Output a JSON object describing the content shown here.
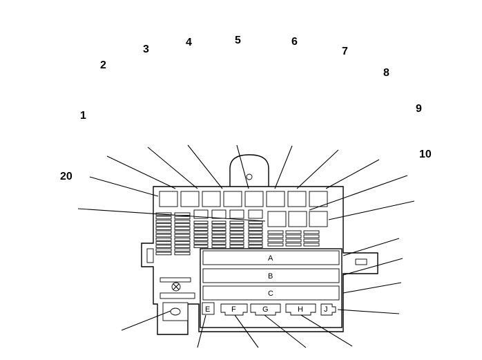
{
  "callouts": [
    "1",
    "2",
    "3",
    "4",
    "5",
    "6",
    "7",
    "8",
    "9",
    "10",
    "20"
  ],
  "connectors": [
    "A",
    "B",
    "C",
    "E",
    "F",
    "G",
    "H",
    "J"
  ]
}
